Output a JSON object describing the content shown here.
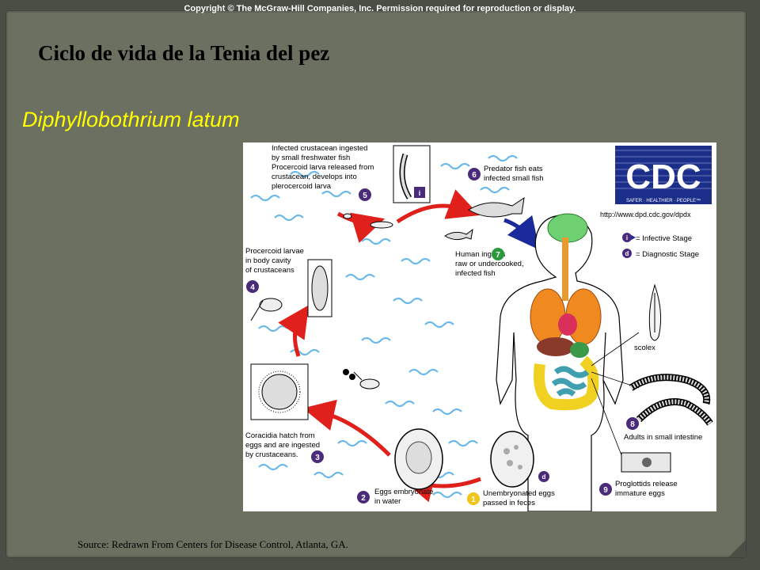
{
  "copyright": "Copyright © The McGraw-Hill Companies, Inc. Permission required for reproduction or display.",
  "title": "Ciclo de vida de la Tenia del pez",
  "subtitle": "Diphyllobothrium latum",
  "source": "Source: Redrawn From Centers for Disease Control, Atlanta, GA.",
  "diagram": {
    "cdc_logo": "CDC",
    "cdc_tagline": "SAFER · HEALTHIER · PEOPLE™",
    "cdc_url": "http://www.dpd.cdc.gov/dpdx",
    "legend": [
      {
        "badge": "i",
        "label": "= Infective Stage"
      },
      {
        "badge": "d",
        "label": "= Diagnostic Stage"
      }
    ],
    "steps": [
      {
        "num": "1",
        "lines": [
          "Unembryonated eggs",
          "passed in feces"
        ],
        "color": "#f0c419"
      },
      {
        "num": "2",
        "lines": [
          "Eggs embryonate",
          "in water"
        ],
        "color": "#4a2a7a"
      },
      {
        "num": "3",
        "lines": [
          "Coracidia hatch from",
          "eggs and are ingested",
          "by crustaceans."
        ],
        "color": "#4a2a7a"
      },
      {
        "num": "4",
        "lines": [
          "Procercoid larvae",
          "in body cavity",
          "of crustaceans"
        ],
        "color": "#4a2a7a"
      },
      {
        "num": "5",
        "lines": [
          "Infected crustacean ingested",
          "by small freshwater fish",
          "Procercoid larva released from",
          "crustacean, develops into",
          "plerocercoid larva"
        ],
        "color": "#4a2a7a"
      },
      {
        "num": "6",
        "lines": [
          "Predator fish eats",
          "infected small fish"
        ],
        "color": "#4a2a7a"
      },
      {
        "num": "7",
        "lines": [
          "Human ingests",
          "raw or undercooked,",
          "infected fish"
        ],
        "color": "#2a9a3a"
      },
      {
        "num": "8",
        "lines": [
          "Adults in small intestine"
        ],
        "color": "#2a9a3a"
      },
      {
        "num": "9",
        "lines": [
          "Proglottids release",
          "immature eggs"
        ],
        "color": "#2a9a3a"
      }
    ],
    "scolex_label": "scolex",
    "badge_i": "i",
    "badge_d": "d"
  }
}
